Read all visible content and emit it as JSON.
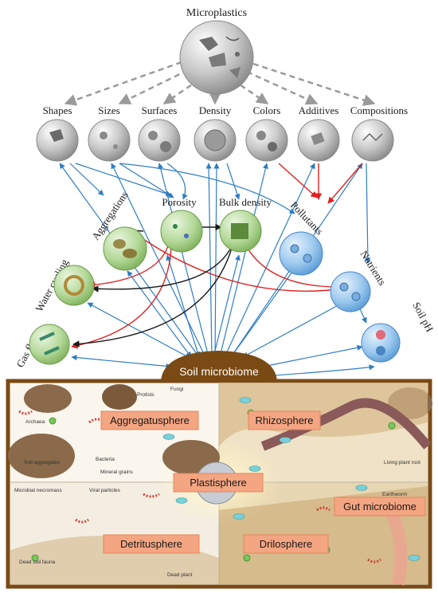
{
  "top_node": "Microplastics",
  "properties": [
    "Shapes",
    "Sizes",
    "Surfaces",
    "Density",
    "Colors",
    "Additives",
    "Compositions"
  ],
  "soil_structure": {
    "aggregations": "Aggregations",
    "porosity": "Porosity",
    "bulk_density": "Bulk density"
  },
  "soil_processes": {
    "water_cycling": "Water cycling",
    "gas_fluxes": "Gas fluxes"
  },
  "soil_chemistry": {
    "pollutants": "Pollutants",
    "nutrients": "Nutrients",
    "soil_ph": "Soil pH"
  },
  "hub": "Soil microbiome",
  "spheres": {
    "aggregatusphere": "Aggregatusphere",
    "rhizosphere": "Rhizosphere",
    "plastisphere": "Plastisphere",
    "detritusphere": "Detritusphere",
    "drilosphere": "Drilosphere",
    "gut_microbiome": "Gut microbiome"
  },
  "small_labels": {
    "archaea": "Archaea",
    "protists": "Protists",
    "fungi": "Fungi",
    "bacteria": "Bacteria",
    "soil_aggregates": "Soil aggregates",
    "mineral_grains": "Mineral grains",
    "living_plant_root": "Living plant root",
    "microbial_necromass": "Microbial necromass",
    "viral_particles": "Viral particles",
    "earthworm": "Earthworm",
    "dead_soil_fauna": "Dead soil fauna",
    "dead_plant": "Dead plant"
  },
  "colors": {
    "blue_arrow": "#2f7dc4",
    "red_arrow": "#e02020",
    "black_arrow": "#1a1a1a",
    "gray_dash": "#9a9a9a",
    "brown_frame": "#7a4a14",
    "sphere_label_bg": "#f4a582"
  }
}
